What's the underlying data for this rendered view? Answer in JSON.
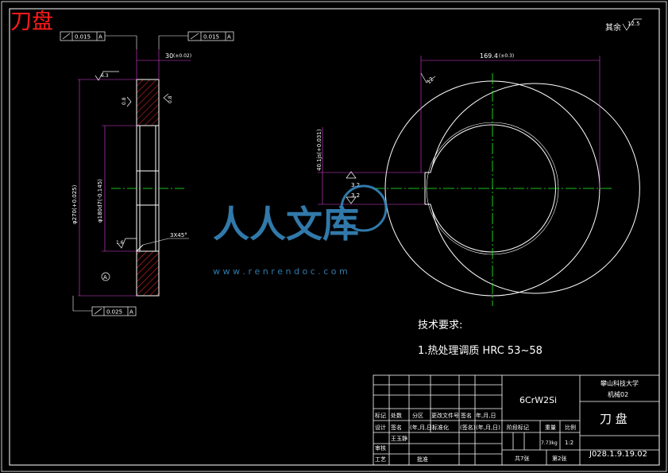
{
  "corner_title": "刀盘",
  "surface_note": {
    "prefix": "其余",
    "value": "12.5"
  },
  "side_view": {
    "tol_top_left": {
      "value": "0.015",
      "datum": "A"
    },
    "tol_top_right": {
      "value": "0.015",
      "datum": "A"
    },
    "tol_bottom": {
      "value": "0.025",
      "datum": "A"
    },
    "width_dim": "30",
    "width_tol": "(±0.02)",
    "rough_top_outer": "6.3",
    "rough_face_left": "0.8",
    "rough_face_right": "0.8",
    "rough_bore": "1.6",
    "outer_dia": "φ270(+0.025)",
    "bore_dia": "φ180d7(-0.145)",
    "chamfer": "3X45°",
    "datum_label": "A"
  },
  "front_view": {
    "radius_dim": "169.4",
    "radius_tol": "(±0.3)",
    "edge_rough": "12",
    "slot_dim": "40.1js(+0.031)",
    "slot_rough_top": "3.2",
    "slot_rough_bottom": "3.2"
  },
  "tech_requirements": {
    "heading": "技术要求:",
    "item_1": "1.热处理调质 HRC 53~58"
  },
  "title_block": {
    "material": "6CrW2Si",
    "school": "攀山科技大学",
    "class_name": "机械02",
    "part_name": "刀 盘",
    "drawing_no": "J028.1.9.19.02",
    "row_mark_headers": [
      "标记",
      "处数",
      "分区",
      "更改文件号",
      "签名",
      "年,月,日"
    ],
    "row_design_headers": [
      "设计",
      "签名",
      "(年,月,日)",
      "标准化",
      "(签名)",
      "(年,月,日)"
    ],
    "designer": "王玉静",
    "check_label": "审核",
    "process_label": "工艺",
    "approve_label": "批准",
    "stage_label": "阶段标记",
    "weight_label": "重量",
    "scale_label": "比例",
    "weight_value": "7.73kg",
    "scale_value": "1:2",
    "sheets_total": "共7张",
    "sheet_no": "第2张"
  },
  "watermark": {
    "brand": "人人文库",
    "url": "w w w . r e n r e n d o c . c o m"
  },
  "colors": {
    "line": "#ffffff",
    "center": "#20ff20",
    "dimension": "#e040e0",
    "hatch": "#ff2a2a",
    "title_red": "#ff1a1a",
    "watermark": "#3a8fc8"
  }
}
